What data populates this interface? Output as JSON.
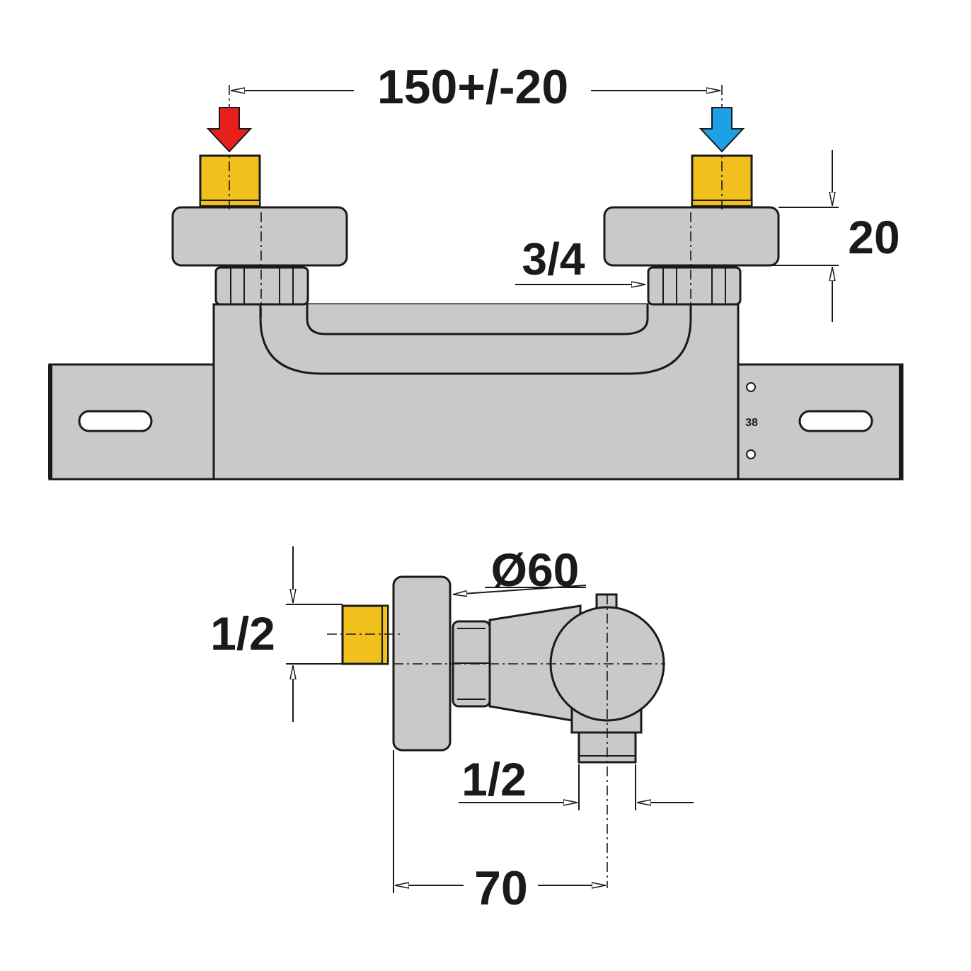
{
  "dimensions": {
    "inlet_spacing": "150+/-20",
    "eccentric_height": "20",
    "inlet_thread": "3/4",
    "rosette_diameter": "Ø60",
    "side_inlet_thread": "1/2",
    "outlet_thread": "1/2",
    "wall_depth": "70",
    "scale_mark": "38"
  },
  "colors": {
    "hot_arrow": "#e8201c",
    "cold_arrow": "#1ea0e6",
    "brass_fitting": "#f2c01c",
    "body": "#c9c9c9",
    "line": "#1a1a1a"
  },
  "icons": {
    "hot_inlet": "red-down-arrow-icon",
    "cold_inlet": "blue-down-arrow-icon"
  }
}
